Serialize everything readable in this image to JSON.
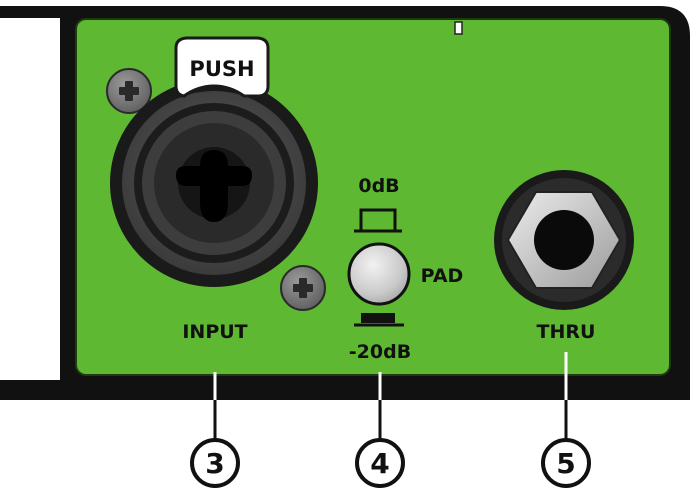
{
  "panel": {
    "panel_color": "#5fb832",
    "outline_color": "#111111"
  },
  "input": {
    "push_label": "PUSH",
    "label": "INPUT"
  },
  "pad": {
    "top_label": "0dB",
    "side_label": "PAD",
    "bottom_label": "-20dB"
  },
  "thru": {
    "label": "THRU"
  },
  "callouts": [
    {
      "number": "3"
    },
    {
      "number": "4"
    },
    {
      "number": "5"
    }
  ]
}
